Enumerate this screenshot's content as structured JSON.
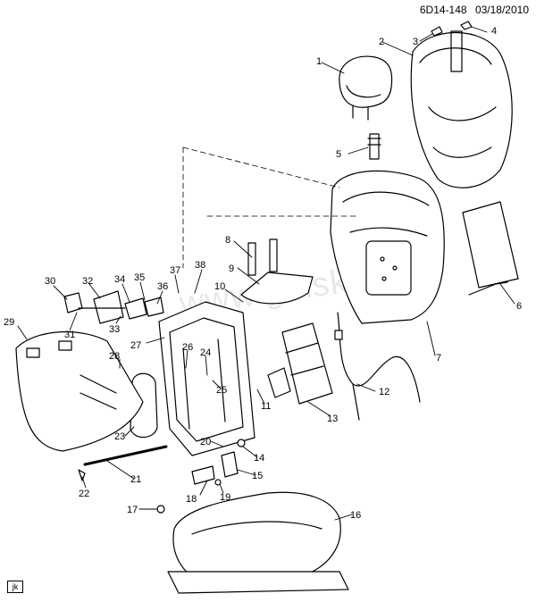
{
  "header": {
    "doc_id": "6D14-148",
    "date": "03/18/2010"
  },
  "watermark": "www.gmsklad.ru",
  "footer": {
    "corner_code": "jk"
  },
  "callouts": [
    {
      "id": "1",
      "label": "1"
    },
    {
      "id": "2",
      "label": "2"
    },
    {
      "id": "3",
      "label": "3"
    },
    {
      "id": "4",
      "label": "4"
    },
    {
      "id": "5",
      "label": "5"
    },
    {
      "id": "6",
      "label": "6"
    },
    {
      "id": "7",
      "label": "7"
    },
    {
      "id": "8",
      "label": "8"
    },
    {
      "id": "9",
      "label": "9"
    },
    {
      "id": "10",
      "label": "10"
    },
    {
      "id": "11",
      "label": "11"
    },
    {
      "id": "12",
      "label": "12"
    },
    {
      "id": "13",
      "label": "13"
    },
    {
      "id": "14",
      "label": "14"
    },
    {
      "id": "15",
      "label": "15"
    },
    {
      "id": "16",
      "label": "16"
    },
    {
      "id": "17",
      "label": "17"
    },
    {
      "id": "18",
      "label": "18"
    },
    {
      "id": "19",
      "label": "19"
    },
    {
      "id": "20",
      "label": "20"
    },
    {
      "id": "21",
      "label": "21"
    },
    {
      "id": "22",
      "label": "22"
    },
    {
      "id": "23",
      "label": "23"
    },
    {
      "id": "24",
      "label": "24"
    },
    {
      "id": "25",
      "label": "25"
    },
    {
      "id": "26",
      "label": "26"
    },
    {
      "id": "27",
      "label": "27"
    },
    {
      "id": "28",
      "label": "28"
    },
    {
      "id": "29",
      "label": "29"
    },
    {
      "id": "30",
      "label": "30"
    },
    {
      "id": "31",
      "label": "31"
    },
    {
      "id": "32",
      "label": "32"
    },
    {
      "id": "33",
      "label": "33"
    },
    {
      "id": "34",
      "label": "34"
    },
    {
      "id": "35",
      "label": "35"
    },
    {
      "id": "36",
      "label": "36"
    },
    {
      "id": "37",
      "label": "37"
    },
    {
      "id": "38",
      "label": "38"
    }
  ]
}
